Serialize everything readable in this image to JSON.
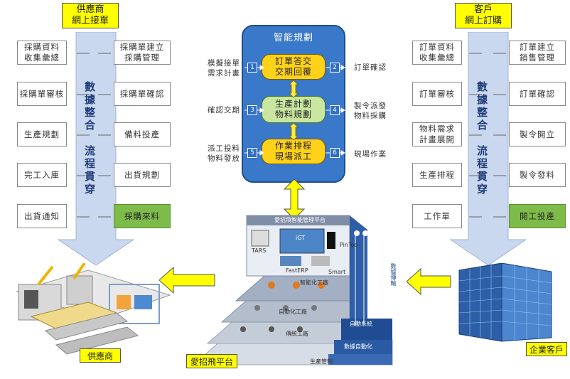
{
  "supplier": {
    "title_line1": "供應商",
    "title_line2": "網上接單",
    "left_steps": [
      "採購資料\n收集彙總",
      "採購單審核",
      "生產規劃",
      "完工入庫",
      "出貨通知"
    ],
    "right_steps": [
      "採購單建立\n採購管理",
      "採購單確認",
      "備料投產",
      "出貨規劃",
      "採購來料"
    ],
    "band_text": "數據整合　流程貫穿",
    "bottom_label": "供應商"
  },
  "customer": {
    "title_line1": "客戶",
    "title_line2": "網上訂購",
    "left_steps": [
      "訂單資料\n收集彙總",
      "訂單審核",
      "物料需求\n計畫展開",
      "生產排程",
      "工作單"
    ],
    "right_steps": [
      "訂單建立\n銷售管理",
      "訂單確認",
      "製令開立",
      "製令發料",
      "開工投產"
    ],
    "band_text": "數據整合　流程貫穿",
    "bottom_label": "企業客戶"
  },
  "smart_planning": {
    "title": "智能規劃",
    "pill1_line1": "訂單答交",
    "pill1_line2": "交期回覆",
    "pill2_line1": "生產計劃",
    "pill2_line2": "物料規劃",
    "pill3_line1": "作業排程",
    "pill3_line2": "現場派工",
    "left_notes": [
      {
        "num": "1",
        "line1": "模擬接單",
        "line2": "需求計畫"
      },
      {
        "num": "3",
        "line1": "確認交期",
        "line2": ""
      },
      {
        "num": "5",
        "line1": "派工投料",
        "line2": "物料發放"
      }
    ],
    "right_notes": [
      {
        "num": "2",
        "line1": "訂單確認",
        "line2": ""
      },
      {
        "num": "4",
        "line1": "製令派發",
        "line2": "物料採購"
      },
      {
        "num": "6",
        "line1": "現場作業",
        "line2": ""
      }
    ]
  },
  "platform": {
    "top_label": "愛招飛智能管理平台",
    "brands": [
      "TARS",
      "iGT",
      "PinToo",
      "FastERP",
      "Smart"
    ],
    "tiers": [
      "智能化工廠",
      "自動化工廠",
      "傳統工廠",
      "自動系統",
      "數據自動化",
      "生產管制"
    ],
    "side_label": "數據傳輸",
    "bottom_label": "愛招飛平台"
  },
  "colors": {
    "yellow": "#ffff00",
    "band": "#c9d8ee",
    "smart_bg": "#3a78c9",
    "green": "#7dbb4a"
  }
}
